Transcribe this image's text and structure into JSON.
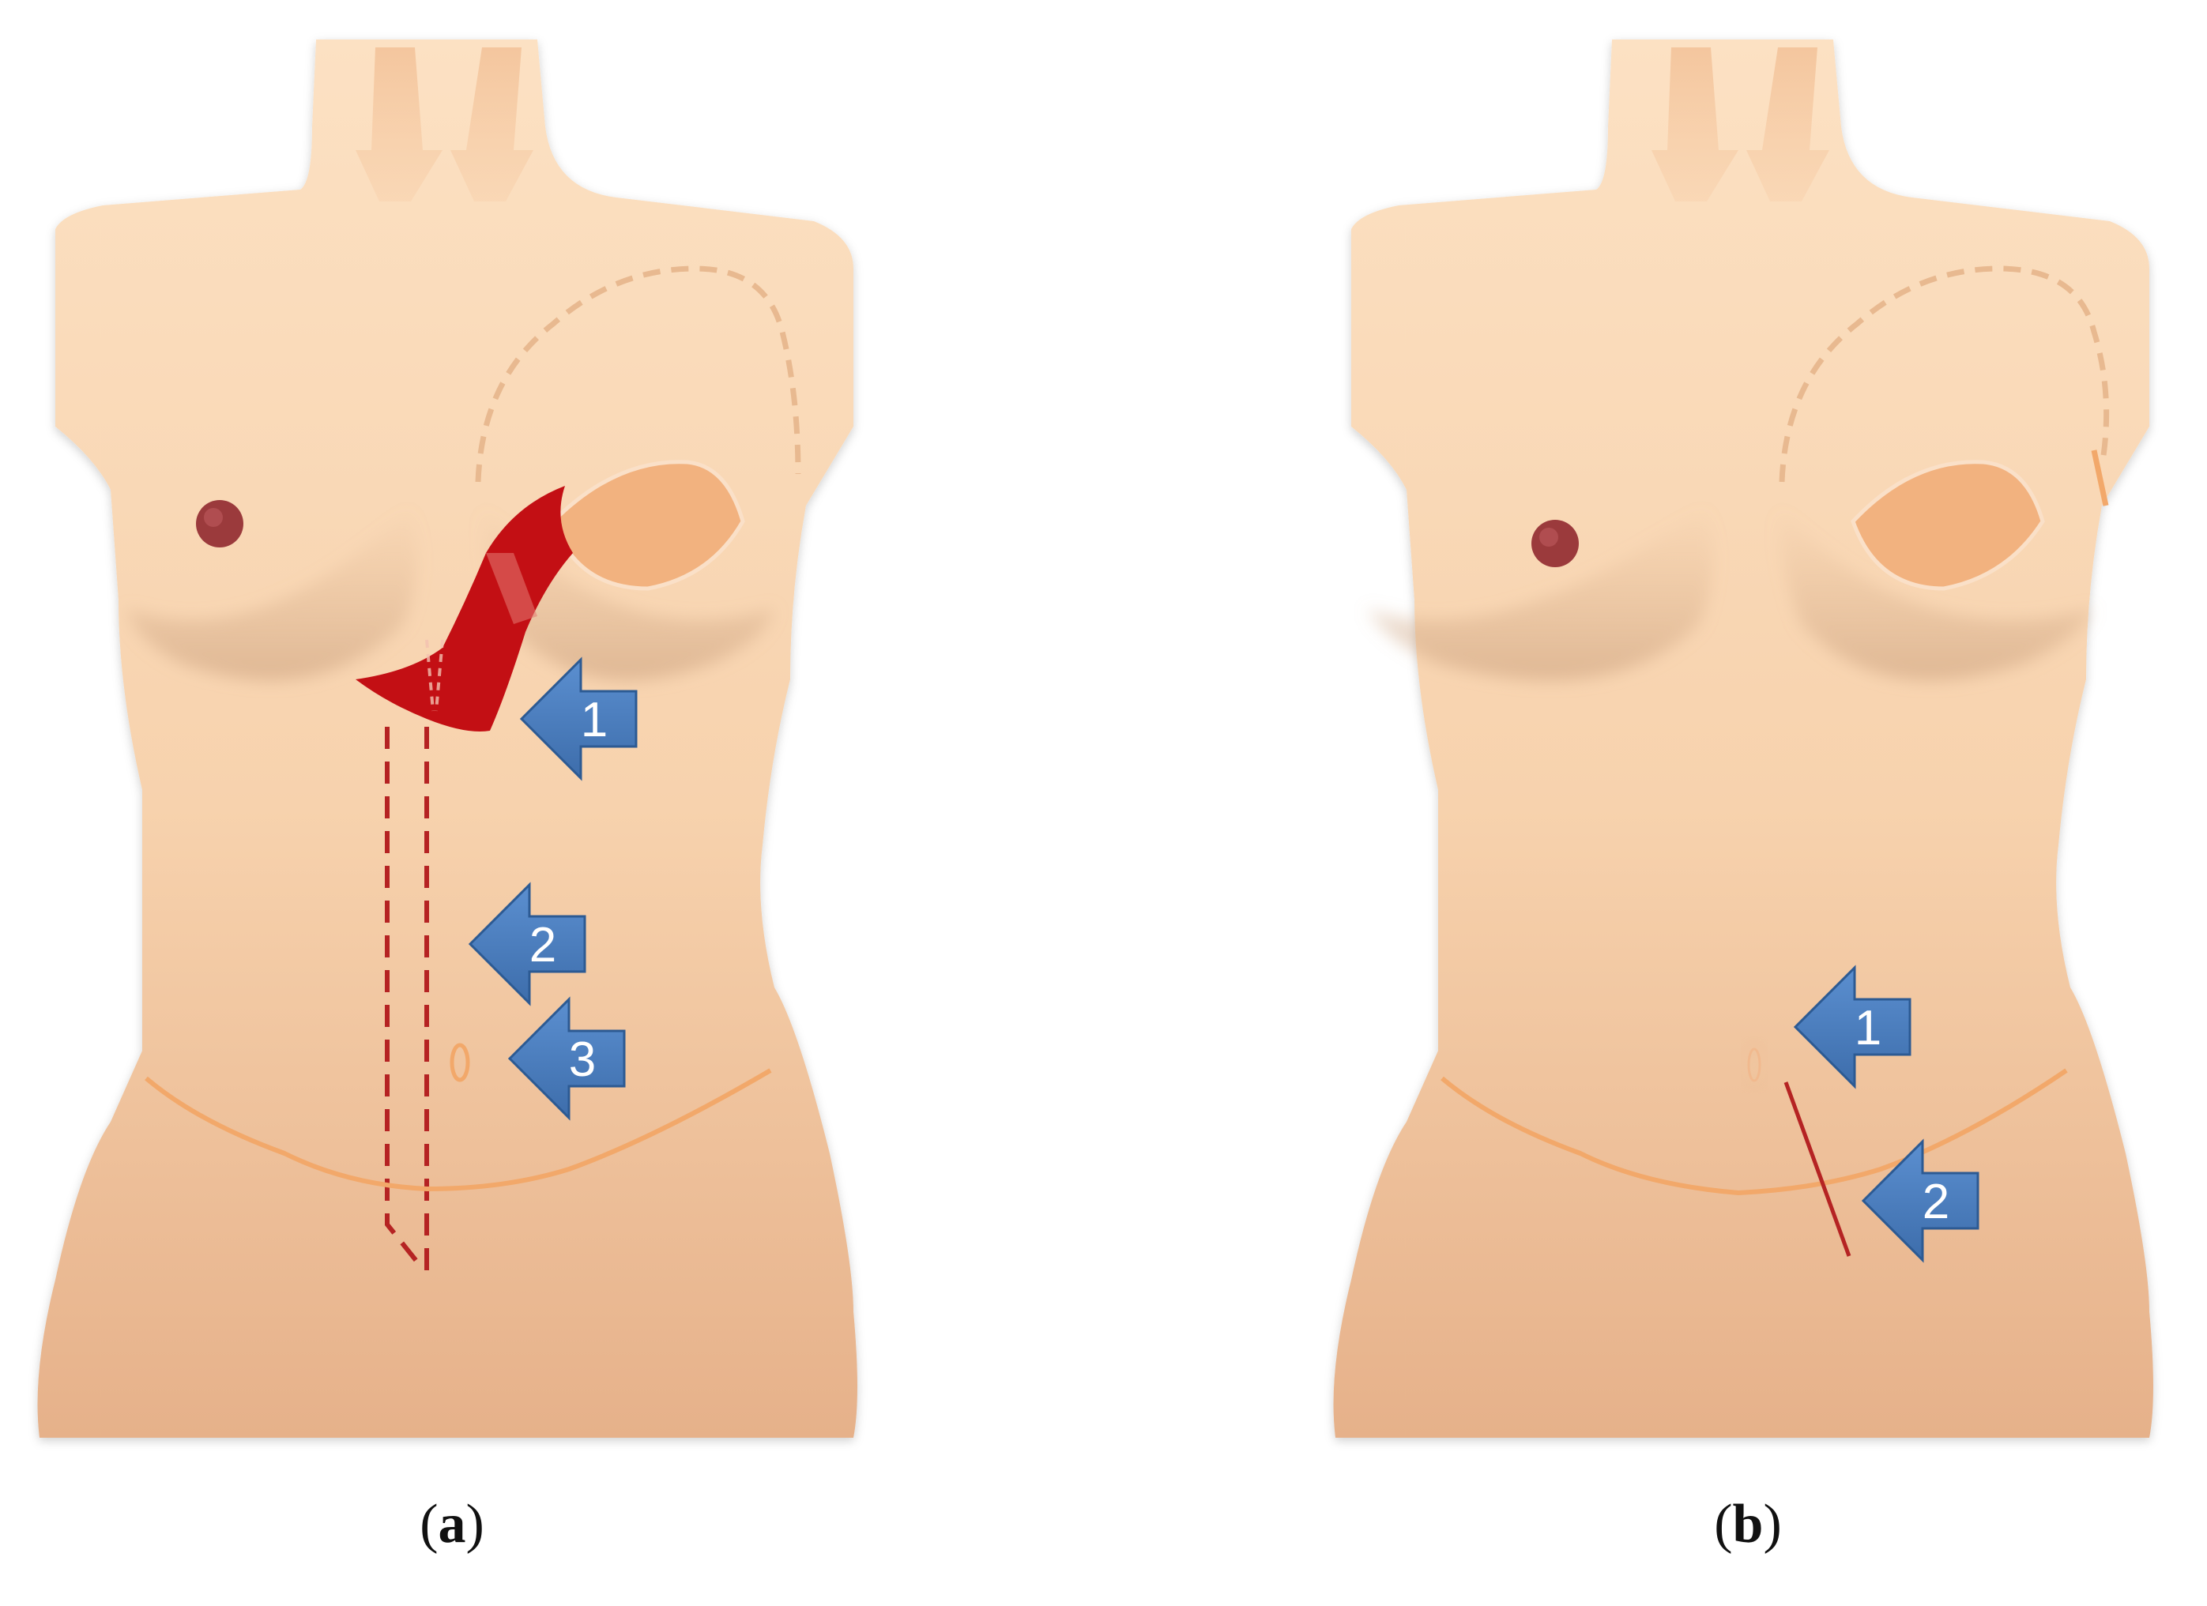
{
  "panels": [
    {
      "id": "a",
      "caption_open": "(",
      "caption_letter": "a",
      "caption_close": ")",
      "arrows": [
        {
          "label": "1"
        },
        {
          "label": "2"
        },
        {
          "label": "3"
        }
      ]
    },
    {
      "id": "b",
      "caption_open": "(",
      "caption_letter": "b",
      "caption_close": ")",
      "arrows": [
        {
          "label": "1"
        },
        {
          "label": "2"
        }
      ]
    }
  ],
  "colors": {
    "skin_light": "#fbdfc0",
    "skin_dark": "#e8b48e",
    "nipple": "#9b3a3c",
    "reconstructed_areola": "#f2b27f",
    "flap_red": "#c30f14",
    "dashed_outline": "#e8b990",
    "scar_line": "#f2a86a",
    "incision_red": "#b52323",
    "arrow_blue": "#4a7ebf",
    "arrow_edge": "#2c5a93"
  }
}
